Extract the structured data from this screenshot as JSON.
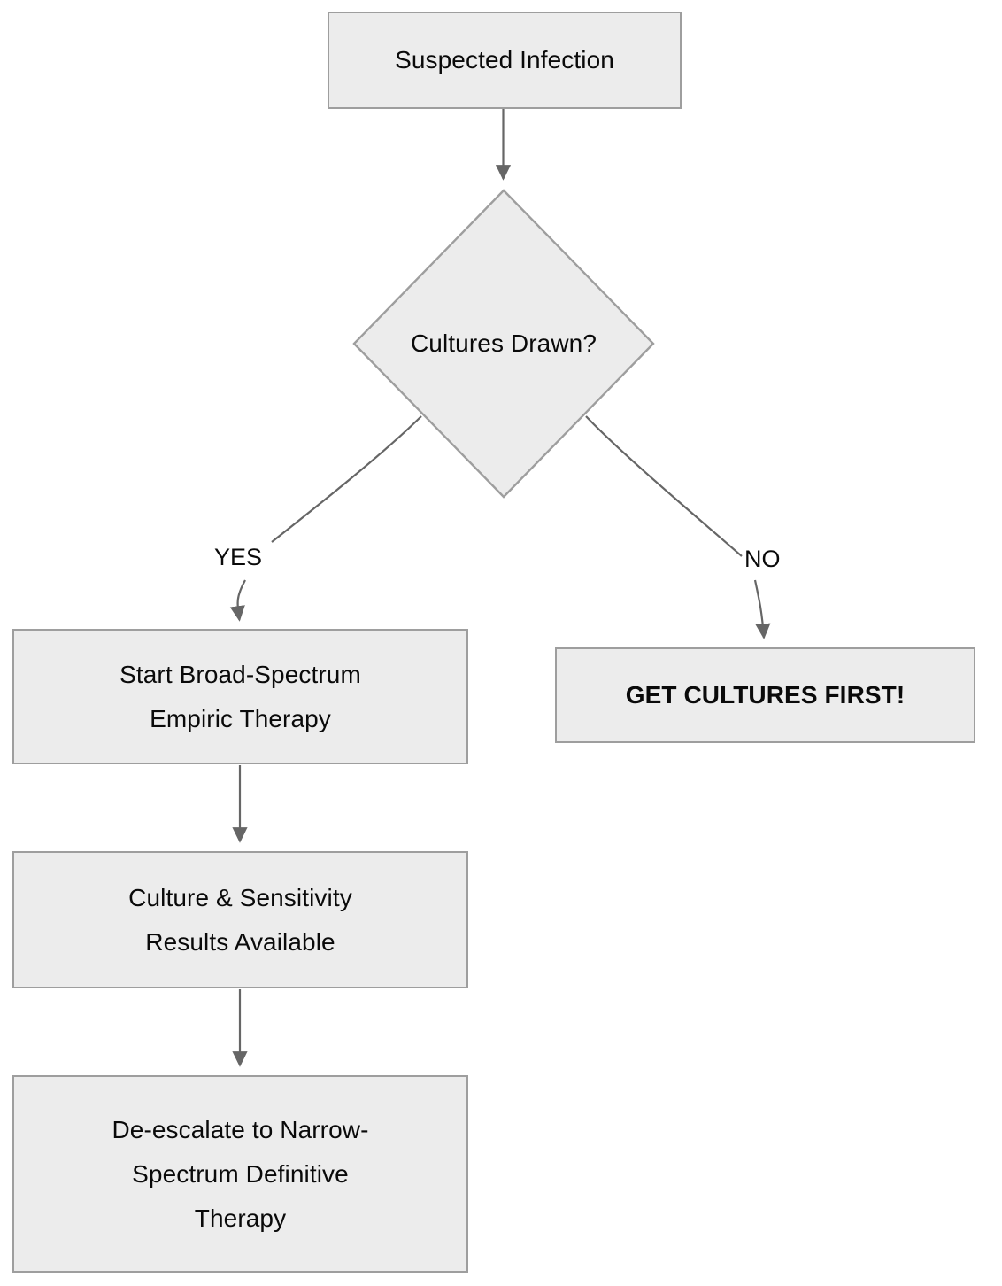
{
  "diagram": {
    "type": "flowchart",
    "title": "Suspected Infection antibiotic stewardship flowchart",
    "colors": {
      "node_fill": "#ececec",
      "node_border": "#9e9e9e",
      "edge_stroke": "#666666",
      "text": "#0a0a0a",
      "background": "#ffffff"
    },
    "nodes": [
      {
        "id": "suspected-infection",
        "shape": "rectangle",
        "label": "Suspected Infection",
        "bold": false
      },
      {
        "id": "cultures-drawn",
        "shape": "diamond",
        "label": "Cultures Drawn?",
        "bold": false
      },
      {
        "id": "start-empiric",
        "shape": "rectangle",
        "label": "Start Broad-Spectrum\nEmpiric Therapy",
        "bold": false
      },
      {
        "id": "get-cultures",
        "shape": "rectangle",
        "label": "GET CULTURES FIRST!",
        "bold": true
      },
      {
        "id": "culture-results",
        "shape": "rectangle",
        "label": "Culture & Sensitivity\nResults Available",
        "bold": false
      },
      {
        "id": "de-escalate",
        "shape": "rectangle",
        "label": "De-escalate to Narrow-\nSpectrum Definitive\nTherapy",
        "bold": false
      }
    ],
    "edges": [
      {
        "id": "e1",
        "from": "suspected-infection",
        "to": "cultures-drawn",
        "label": ""
      },
      {
        "id": "e2",
        "from": "cultures-drawn",
        "to": "start-empiric",
        "label": "YES"
      },
      {
        "id": "e3",
        "from": "cultures-drawn",
        "to": "get-cultures",
        "label": "NO"
      },
      {
        "id": "e4",
        "from": "start-empiric",
        "to": "culture-results",
        "label": ""
      },
      {
        "id": "e5",
        "from": "culture-results",
        "to": "de-escalate",
        "label": ""
      }
    ],
    "edge_labels": {
      "yes": "YES",
      "no": "NO"
    }
  }
}
